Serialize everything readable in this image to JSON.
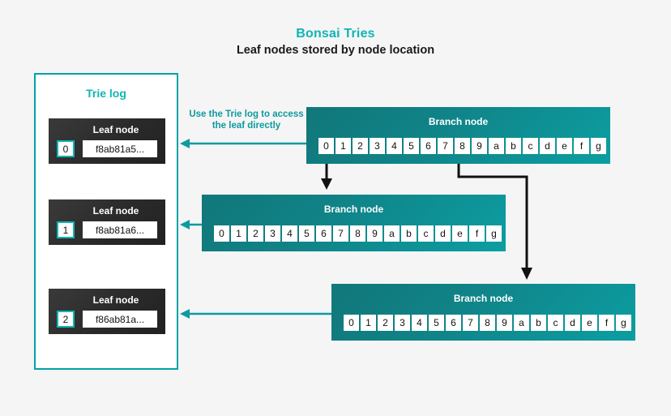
{
  "header": {
    "title": "Bonsai Tries",
    "subtitle": "Leaf nodes stored by node location"
  },
  "colors": {
    "accent_teal": "#0fb5b5",
    "panel_border": "#00a3a8",
    "branch_fill": "#108387",
    "leaf_fill": "#2a2a2a",
    "page_background": "#f5f5f5",
    "connector_black": "#111111",
    "connector_teal": "#0d9aa0"
  },
  "trie_log": {
    "title": "Trie log",
    "leaf_nodes": [
      {
        "label": "Leaf node",
        "index": "0",
        "hash": "f8ab81a5..."
      },
      {
        "label": "Leaf node",
        "index": "1",
        "hash": "f8ab81a6..."
      },
      {
        "label": "Leaf node",
        "index": "2",
        "hash": "f86ab81a..."
      }
    ]
  },
  "annotation": {
    "text": "Use the Trie log to access the leaf directly"
  },
  "branch_nodes": [
    {
      "label": "Branch node",
      "cells": [
        "0",
        "1",
        "2",
        "3",
        "4",
        "5",
        "6",
        "7",
        "8",
        "9",
        "a",
        "b",
        "c",
        "d",
        "e",
        "f",
        "g"
      ]
    },
    {
      "label": "Branch node",
      "cells": [
        "0",
        "1",
        "2",
        "3",
        "4",
        "5",
        "6",
        "7",
        "8",
        "9",
        "a",
        "b",
        "c",
        "d",
        "e",
        "f",
        "g"
      ]
    },
    {
      "label": "Branch node",
      "cells": [
        "0",
        "1",
        "2",
        "3",
        "4",
        "5",
        "6",
        "7",
        "8",
        "9",
        "a",
        "b",
        "c",
        "d",
        "e",
        "f",
        "g"
      ]
    }
  ]
}
